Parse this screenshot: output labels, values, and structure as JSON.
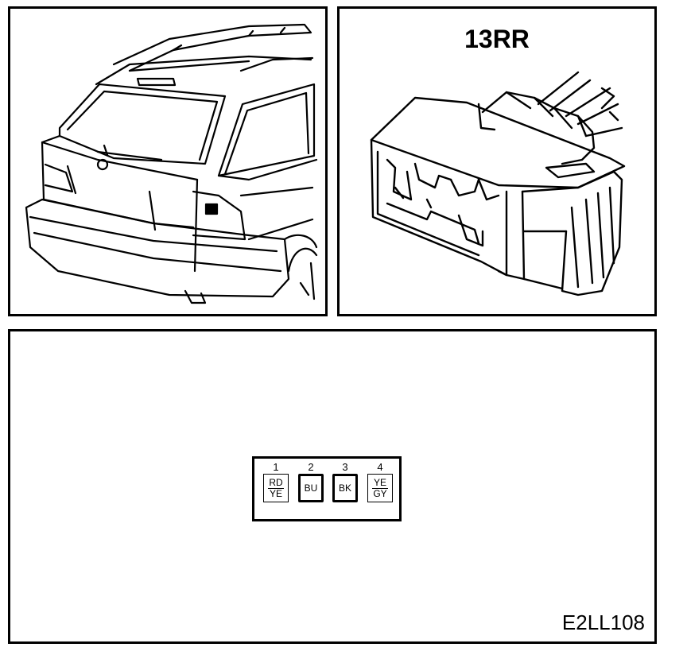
{
  "connector": {
    "title": "13RR",
    "pins": [
      {
        "number": "1",
        "colors": [
          "RD",
          "YE"
        ],
        "style": "thin"
      },
      {
        "number": "2",
        "colors": [
          "BU"
        ],
        "style": "thick"
      },
      {
        "number": "3",
        "colors": [
          "BK"
        ],
        "style": "thick"
      },
      {
        "number": "4",
        "colors": [
          "YE",
          "GY"
        ],
        "style": "thin"
      }
    ]
  },
  "figure_code": "E2LL108"
}
